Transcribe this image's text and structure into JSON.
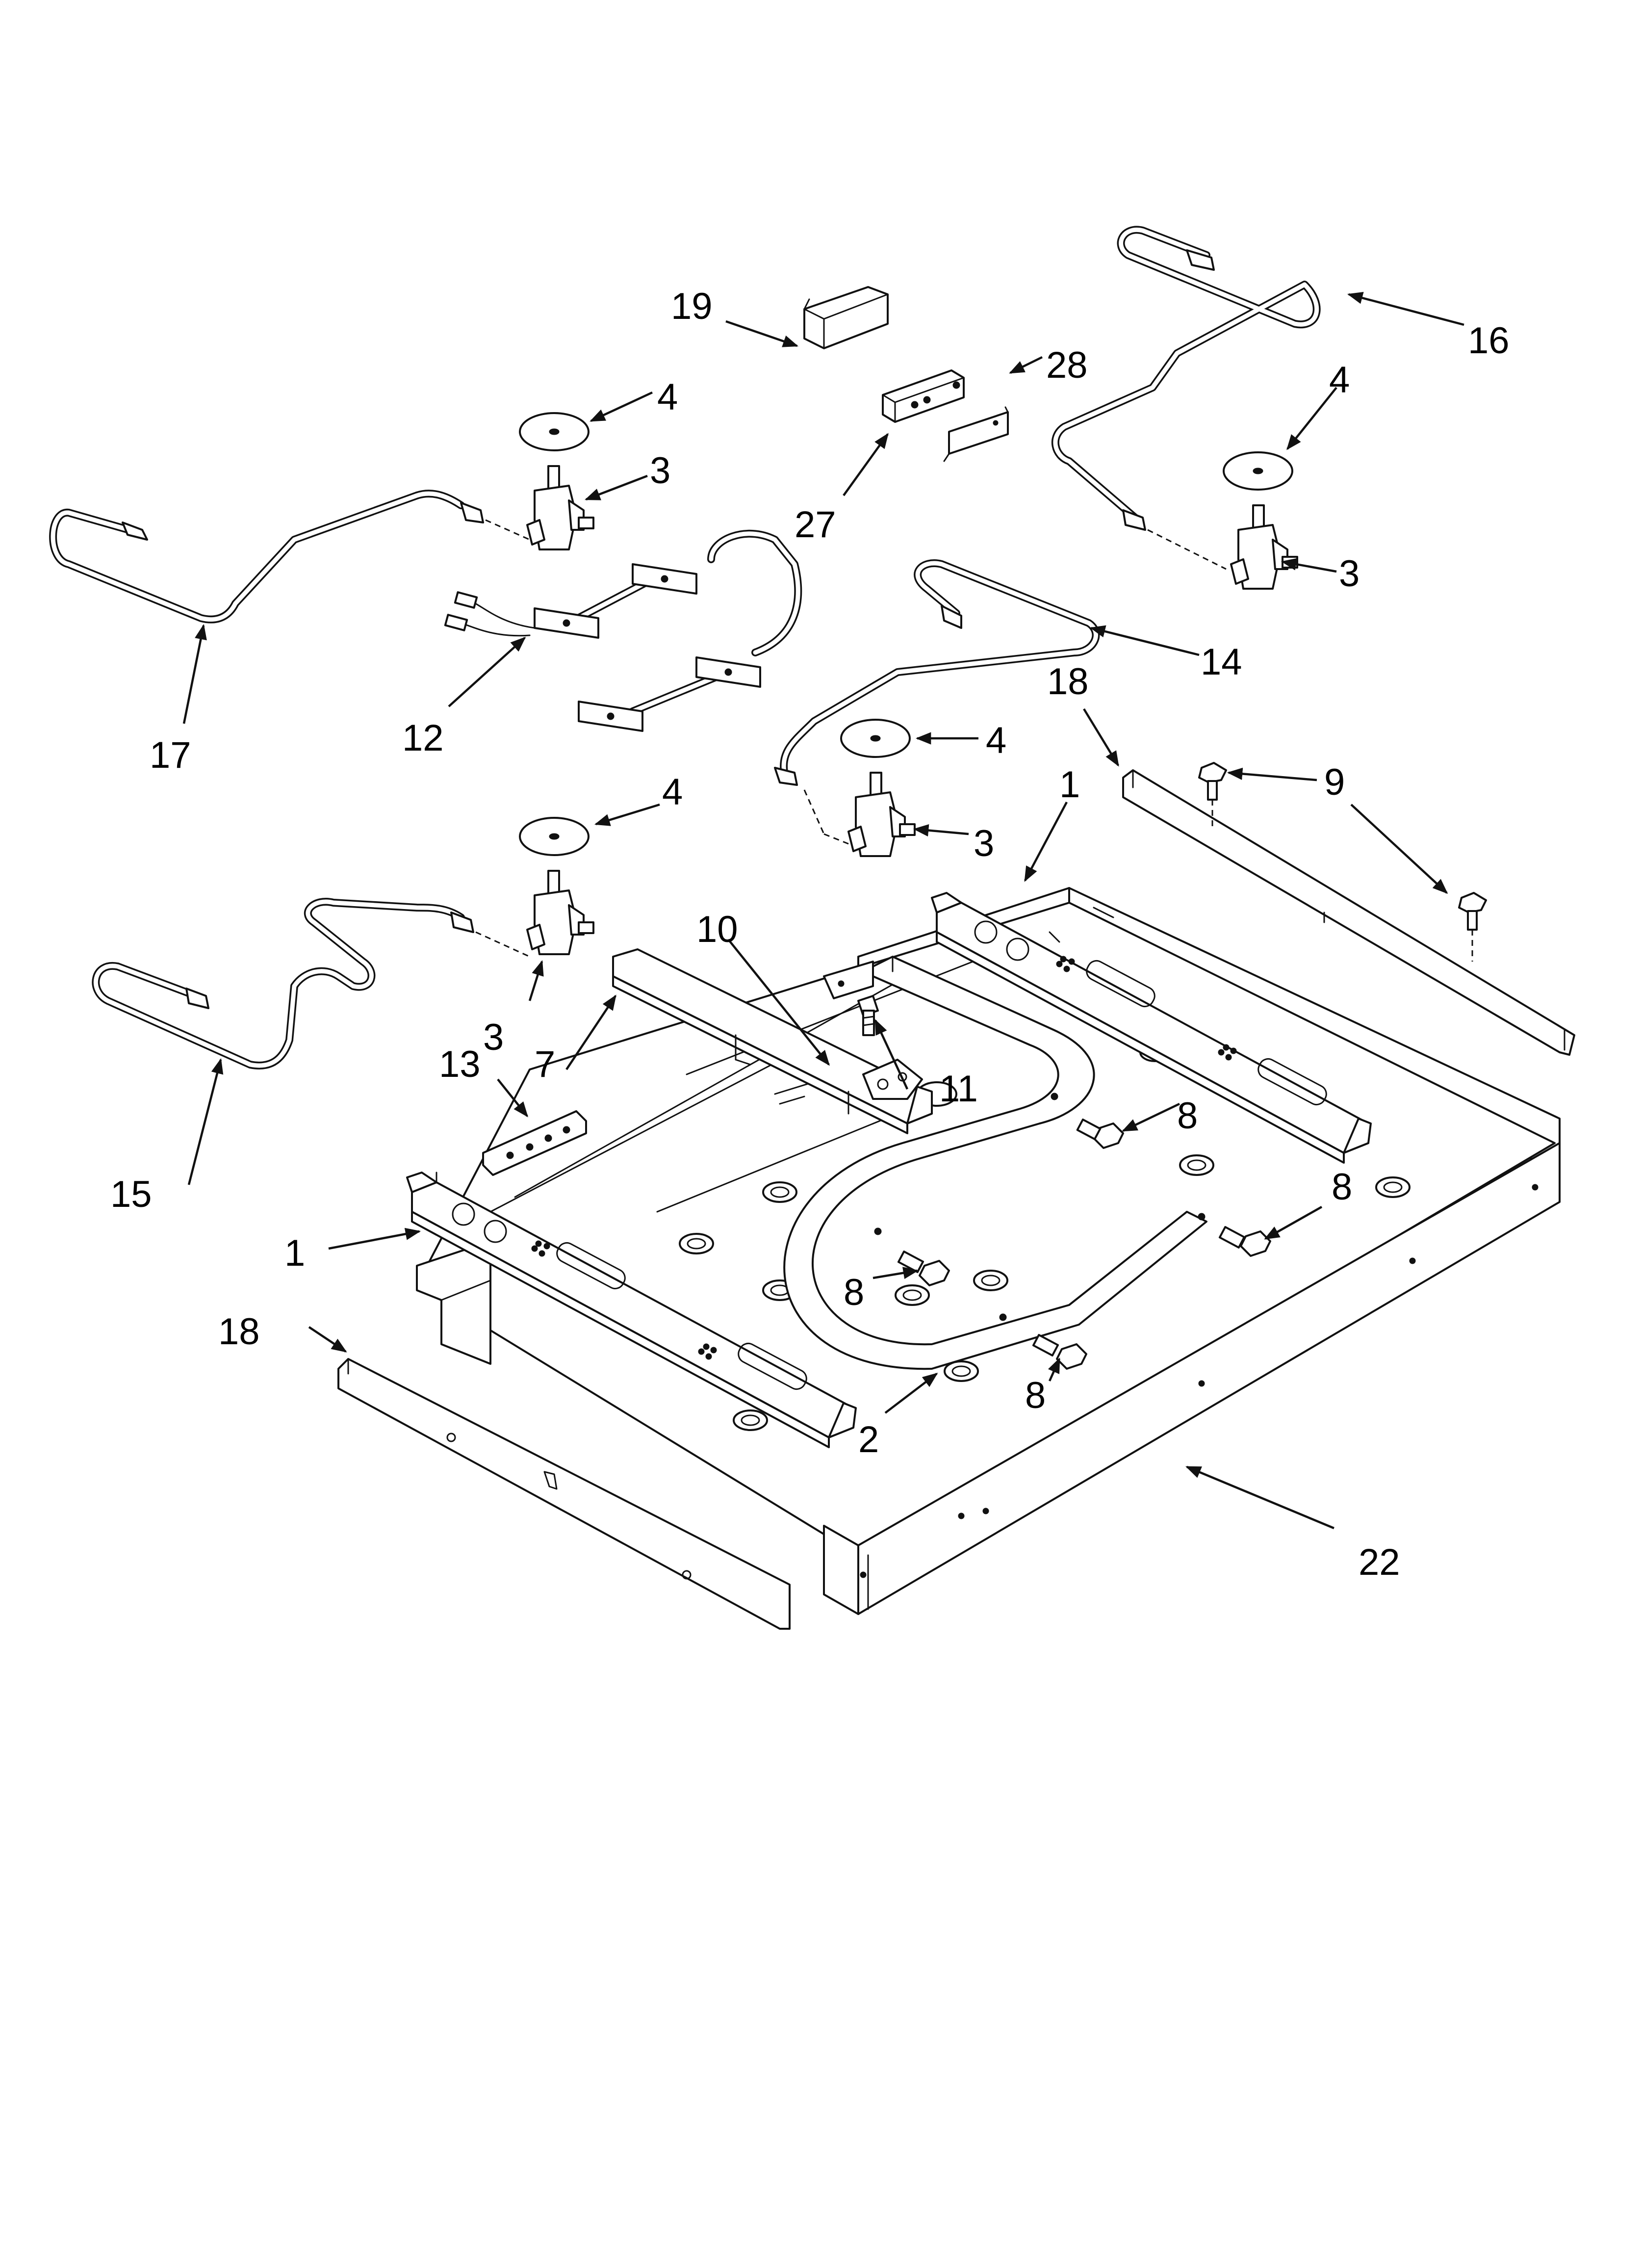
{
  "diagram": {
    "callouts": [
      {
        "id": "c19",
        "label": "19"
      },
      {
        "id": "c16",
        "label": "16"
      },
      {
        "id": "c28",
        "label": "28"
      },
      {
        "id": "c4a",
        "label": "4"
      },
      {
        "id": "c3a",
        "label": "3"
      },
      {
        "id": "c4b",
        "label": "4"
      },
      {
        "id": "c27",
        "label": "27"
      },
      {
        "id": "c3b",
        "label": "3"
      },
      {
        "id": "c17",
        "label": "17"
      },
      {
        "id": "c12",
        "label": "12"
      },
      {
        "id": "c14",
        "label": "14"
      },
      {
        "id": "c18a",
        "label": "18"
      },
      {
        "id": "c4c",
        "label": "4"
      },
      {
        "id": "c1a",
        "label": "1"
      },
      {
        "id": "c9",
        "label": "9"
      },
      {
        "id": "c4d",
        "label": "4"
      },
      {
        "id": "c3c",
        "label": "3"
      },
      {
        "id": "c10",
        "label": "10"
      },
      {
        "id": "c11",
        "label": "11"
      },
      {
        "id": "c3d",
        "label": "3"
      },
      {
        "id": "c7",
        "label": "7"
      },
      {
        "id": "c13",
        "label": "13"
      },
      {
        "id": "c8a",
        "label": "8"
      },
      {
        "id": "c8b",
        "label": "8"
      },
      {
        "id": "c15",
        "label": "15"
      },
      {
        "id": "c1b",
        "label": "1"
      },
      {
        "id": "c8c",
        "label": "8"
      },
      {
        "id": "c18b",
        "label": "18"
      },
      {
        "id": "c8d",
        "label": "8"
      },
      {
        "id": "c2",
        "label": "2"
      },
      {
        "id": "c22",
        "label": "22"
      }
    ]
  }
}
